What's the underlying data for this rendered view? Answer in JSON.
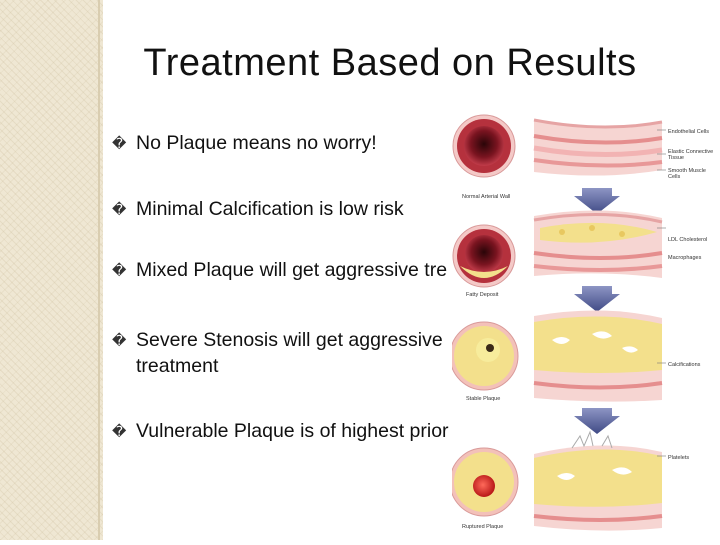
{
  "slide": {
    "title": "Treatment Based on Results",
    "bullet_glyph": "�",
    "bullets": [
      {
        "text": "No Plaque means no worry!"
      },
      {
        "text": "Minimal Calcification is low risk"
      },
      {
        "text": "Mixed Plaque will get aggressive tre"
      },
      {
        "text_line1": "Severe Stenosis will get aggressive",
        "text_line2": "treatment"
      },
      {
        "text": "Vulnerable Plaque is of highest prior"
      }
    ]
  },
  "figure": {
    "stages": [
      "Normal Arterial Wall",
      "Fatty Deposit",
      "Stable Plaque",
      "Ruptured Plaque"
    ],
    "callouts": [
      "Endothelial Cells",
      "Elastic Connective",
      "Tissue",
      "Smooth Muscle",
      "Cells",
      "LDL Cholesterol",
      "Macrophages",
      "Calcifications",
      "Platelets"
    ],
    "colors": {
      "accent": "#9b1b2a",
      "plaque": "#f3e08c",
      "arrow": "#5f6aa0",
      "tissue": "#f2b3b3"
    }
  }
}
